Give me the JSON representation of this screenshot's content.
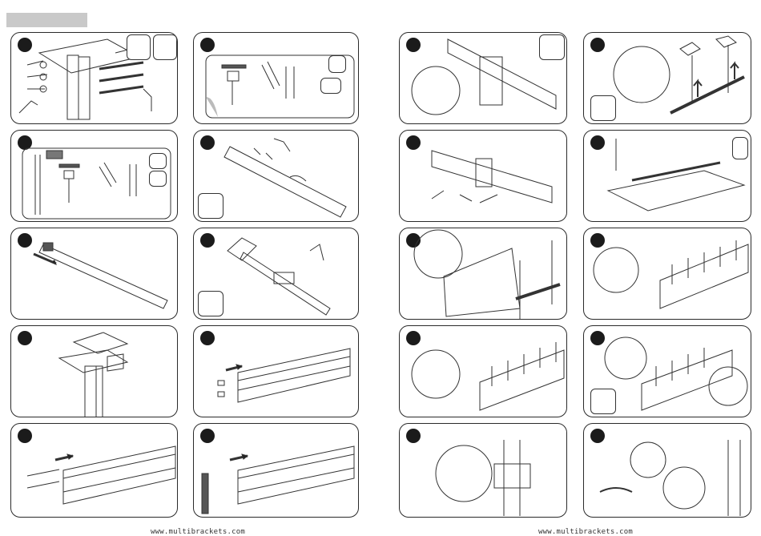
{
  "footer": {
    "left": "www.multibrackets.com",
    "right": "www.multibrackets.com"
  },
  "steps": [
    {
      "id": "s1",
      "label": ""
    },
    {
      "id": "s2",
      "label": ""
    }
  ]
}
